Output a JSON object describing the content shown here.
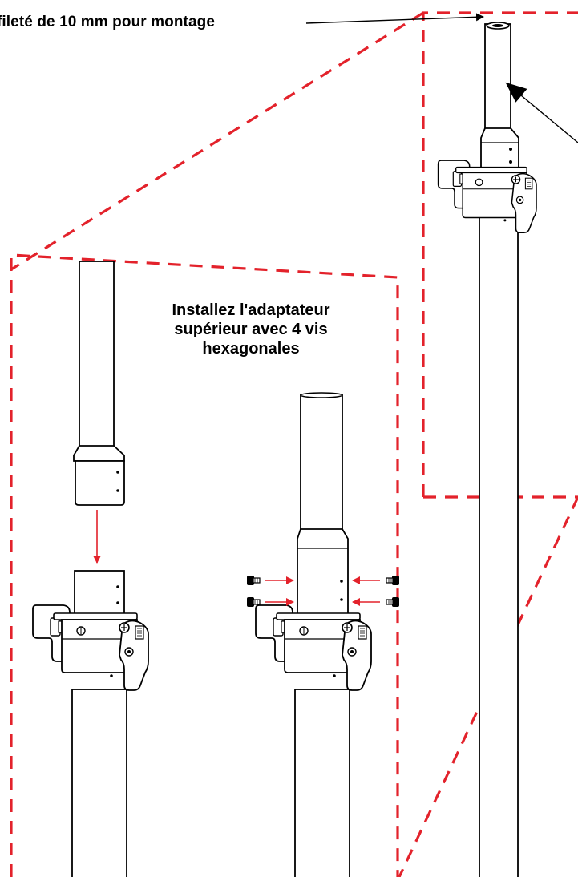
{
  "callouts": {
    "thread": "fileté de 10 mm pour montage",
    "install_line_1": "Installez l'adaptateur",
    "install_line_2": "supérieur avec 4 vis",
    "install_line_3": "hexagonales"
  },
  "colors": {
    "dash": "#e3222b",
    "arrow_red": "#e3222b",
    "ink": "#000000",
    "metal": "#ffffff"
  },
  "icons": {
    "clamp": "pole-clamp-icon",
    "hex_screw": "hex-screw-icon"
  }
}
